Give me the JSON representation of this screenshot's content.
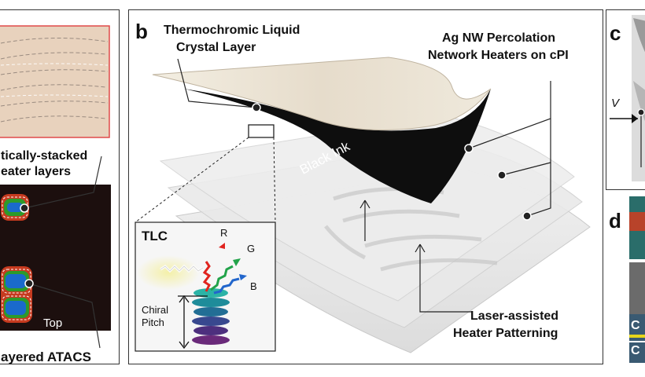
{
  "panel_a": {
    "stack_label_line1": "tically-stacked",
    "stack_label_line2": "eater layers",
    "top_label": "Top",
    "bottom_label": "ayered ATACS"
  },
  "panel_b": {
    "letter": "b",
    "tlc_title_line1": "Thermochromic Liquid",
    "tlc_title_line2": "Crystal Layer",
    "agnw_line1": "Ag NW Percolation",
    "agnw_line2": "Network Heaters on cPI",
    "black_ink": "Black Ink",
    "laser_line1": "Laser-assisted",
    "laser_line2": "Heater Patterning",
    "inset": {
      "title": "TLC",
      "r": "R",
      "g": "G",
      "b": "B",
      "pitch_line1": "Chiral",
      "pitch_line2": "Pitch"
    }
  },
  "panel_c": {
    "letter": "c",
    "v_label": "V"
  },
  "panel_d": {
    "letter": "d",
    "tag1": "C",
    "tag2": "C"
  }
}
